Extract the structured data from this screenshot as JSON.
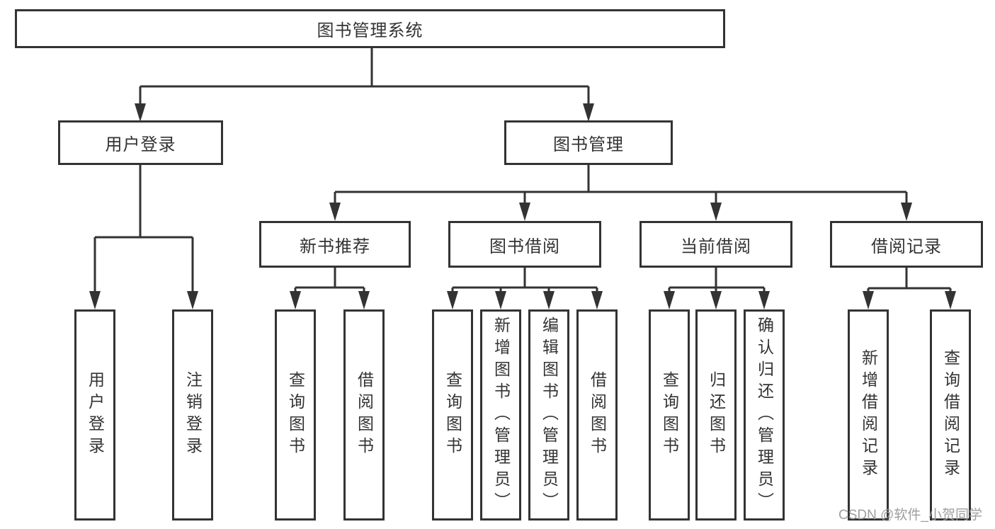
{
  "diagram_type": "tree",
  "tree": {
    "root": {
      "label": "图书管理系统"
    },
    "children": [
      {
        "label": "用户登录",
        "children": [
          {
            "label": "用户登录"
          },
          {
            "label": "注销登录"
          }
        ]
      },
      {
        "label": "图书管理",
        "children": [
          {
            "label": "新书推荐",
            "children": [
              {
                "label": "查询图书"
              },
              {
                "label": "借阅图书"
              }
            ]
          },
          {
            "label": "图书借阅",
            "children": [
              {
                "label": "查询图书"
              },
              {
                "label": "新增图书（管理员）"
              },
              {
                "label": "编辑图书（管理员）"
              },
              {
                "label": "借阅图书"
              }
            ]
          },
          {
            "label": "当前借阅",
            "children": [
              {
                "label": "查询图书"
              },
              {
                "label": "归还图书"
              },
              {
                "label": "确认归还（管理员）"
              }
            ]
          },
          {
            "label": "借阅记录",
            "children": [
              {
                "label": "新增借阅记录"
              },
              {
                "label": "查询借阅记录"
              }
            ]
          }
        ]
      }
    ]
  },
  "watermark": {
    "text": "CSDN @软件_小贺同学"
  },
  "colors": {
    "line": "#333333",
    "text": "#333333",
    "box_background": "#ffffff",
    "page_background": "#ffffff",
    "watermark": "#9e9e9e"
  }
}
